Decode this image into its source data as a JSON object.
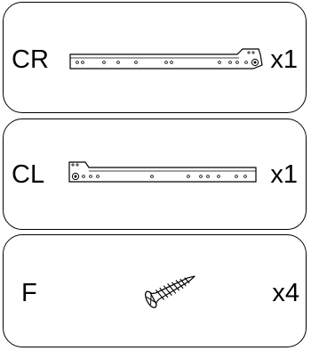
{
  "parts": [
    {
      "code": "CR",
      "qty": "x1",
      "icon": "right-drawer-rail-icon"
    },
    {
      "code": "CL",
      "qty": "x1",
      "icon": "left-drawer-rail-icon"
    },
    {
      "code": "F",
      "qty": "x4",
      "icon": "screw-icon"
    }
  ]
}
